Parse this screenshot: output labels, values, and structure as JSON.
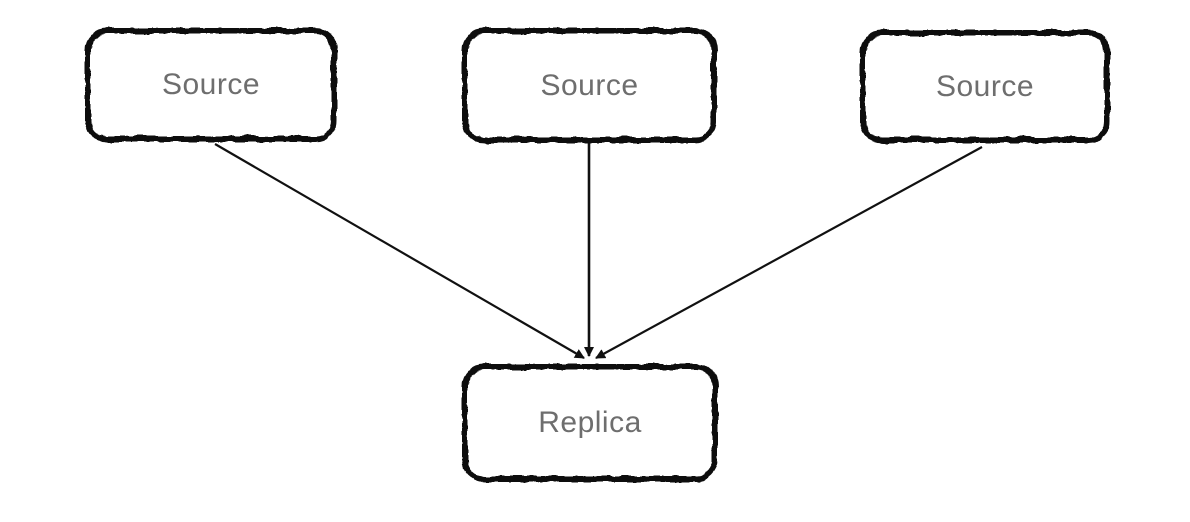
{
  "diagram": {
    "type": "graph",
    "nodes": [
      {
        "id": "source-1",
        "label": "Source"
      },
      {
        "id": "source-2",
        "label": "Source"
      },
      {
        "id": "source-3",
        "label": "Source"
      },
      {
        "id": "replica",
        "label": "Replica"
      }
    ],
    "edges": [
      {
        "from": "source-1",
        "to": "replica",
        "arrow": "end"
      },
      {
        "from": "source-2",
        "to": "replica",
        "arrow": "end"
      },
      {
        "from": "source-3",
        "to": "replica",
        "arrow": "end"
      }
    ],
    "colors": {
      "background": "#ffffff",
      "node_border": "#111111",
      "node_fill": "#ffffff",
      "label_text": "#6e6e6e",
      "arrow": "#111111"
    },
    "style": "hand-drawn sketchy borders, rounded rectangles"
  }
}
